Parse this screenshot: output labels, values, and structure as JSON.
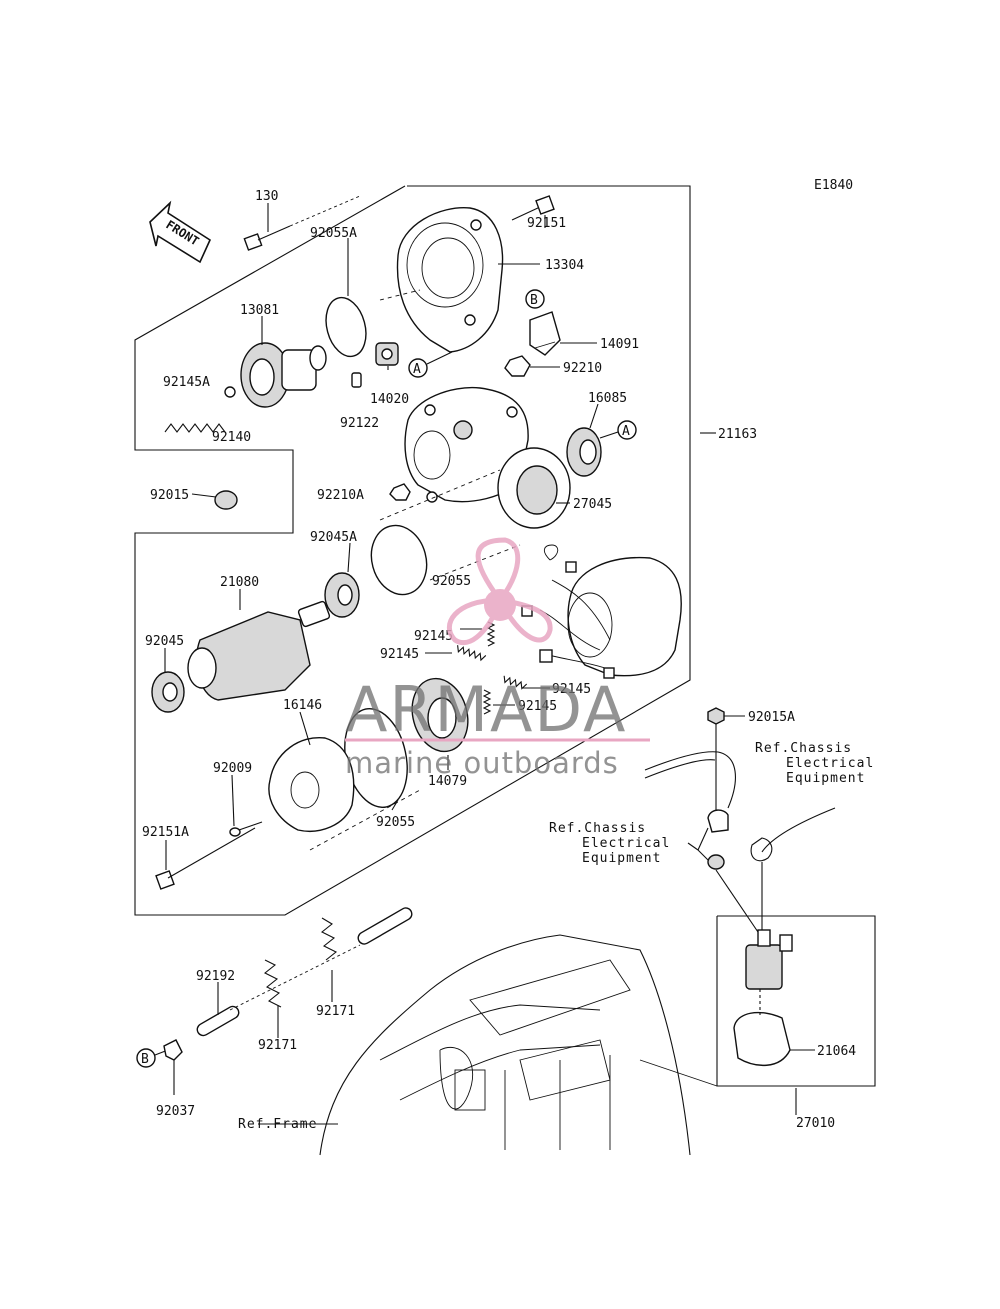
{
  "diagram_code": "E1840",
  "front_label": "FRONT",
  "labels": {
    "l130": "130",
    "l92151": "92151",
    "l13304": "13304",
    "l92055A": "92055A",
    "l13081": "13081",
    "l14091": "14091",
    "l92210": "92210",
    "l14020": "14020",
    "l92145A": "92145A",
    "l92140": "92140",
    "l92122": "92122",
    "l16085": "16085",
    "l21163": "21163",
    "l92015": "92015",
    "l92210A": "92210A",
    "l27045": "27045",
    "l92045A": "92045A",
    "l21080": "21080",
    "l92055": "92055",
    "l92045": "92045",
    "l92145_a": "92145",
    "l92145_b": "92145",
    "l92145_c": "92145",
    "l92145_d": "92145",
    "l16146": "16146",
    "l14079": "14079",
    "l92009": "92009",
    "l92055_b": "92055",
    "l92015A": "92015A",
    "l92151A": "92151A",
    "l92192": "92192",
    "l92171_a": "92171",
    "l92171_b": "92171",
    "l92037": "92037",
    "l21064": "21064",
    "l27010": "27010"
  },
  "callouts": {
    "A": "A",
    "B": "B"
  },
  "references": {
    "ref_chassis_right_1": "Ref.Chassis",
    "ref_chassis_right_2": "Electrical",
    "ref_chassis_right_3": "Equipment",
    "ref_chassis_left_1": "Ref.Chassis",
    "ref_chassis_left_2": "Electrical",
    "ref_chassis_left_3": "Equipment",
    "ref_frame": "Ref.Frame"
  },
  "watermark": {
    "brand": "ARMADA",
    "tagline": "marine outboards",
    "accent_color": "#e8a6c2"
  }
}
